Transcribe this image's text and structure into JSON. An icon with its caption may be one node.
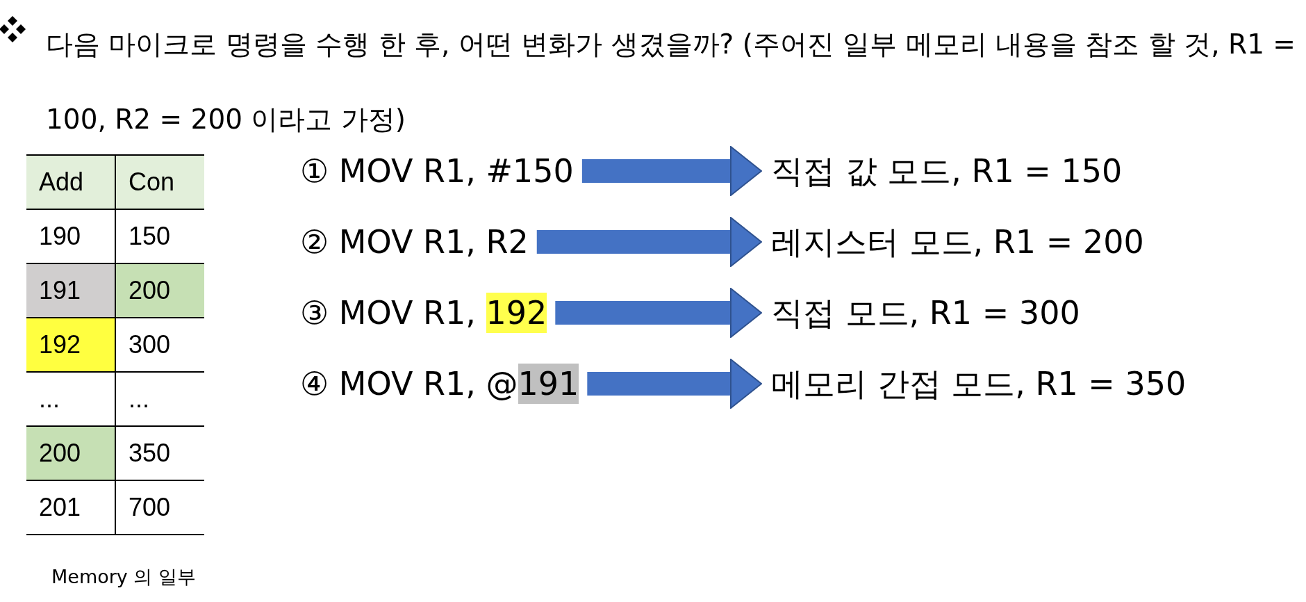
{
  "diagram": {
    "title": "다음 마이크로 명령을 수행 한 후, 어떤 변화가 생겼을까? (주어진 일부 메모리 내용을 참조 할 것, R1 = 100, R2 = 200 이라고 가정)",
    "nodes": [
      {
        "text": [
          "① MOV R1, #150"
        ]
      },
      {
        "text": [
          "직접 값 모드, R1 = 150"
        ]
      },
      {
        "text": [
          "② MOV R1, R2"
        ]
      },
      {
        "text": [
          "레지스터 모드, R1 = 200"
        ]
      },
      {
        "text": [
          "③ MOV R1, 192"
        ]
      },
      {
        "text": [
          "직접 모드, R1 = 300"
        ]
      },
      {
        "text": [
          "④ MOV R1, @191"
        ]
      },
      {
        "text": [
          "메모리 간접 모드, R1 = 350"
        ]
      }
    ],
    "edges": [
      {
        "from": 0,
        "to": 1,
        "arrow": "to"
      },
      {
        "from": 2,
        "to": 3,
        "arrow": "to"
      },
      {
        "from": 4,
        "to": 5,
        "arrow": "to"
      },
      {
        "from": 6,
        "to": 7,
        "arrow": "to"
      }
    ],
    "labels": [
      "Add",
      "Con",
      "190",
      "150",
      "191",
      "200",
      "192",
      "300",
      "...",
      "...",
      "200",
      "350",
      "201",
      "700",
      "Memory 의 일부"
    ]
  }
}
